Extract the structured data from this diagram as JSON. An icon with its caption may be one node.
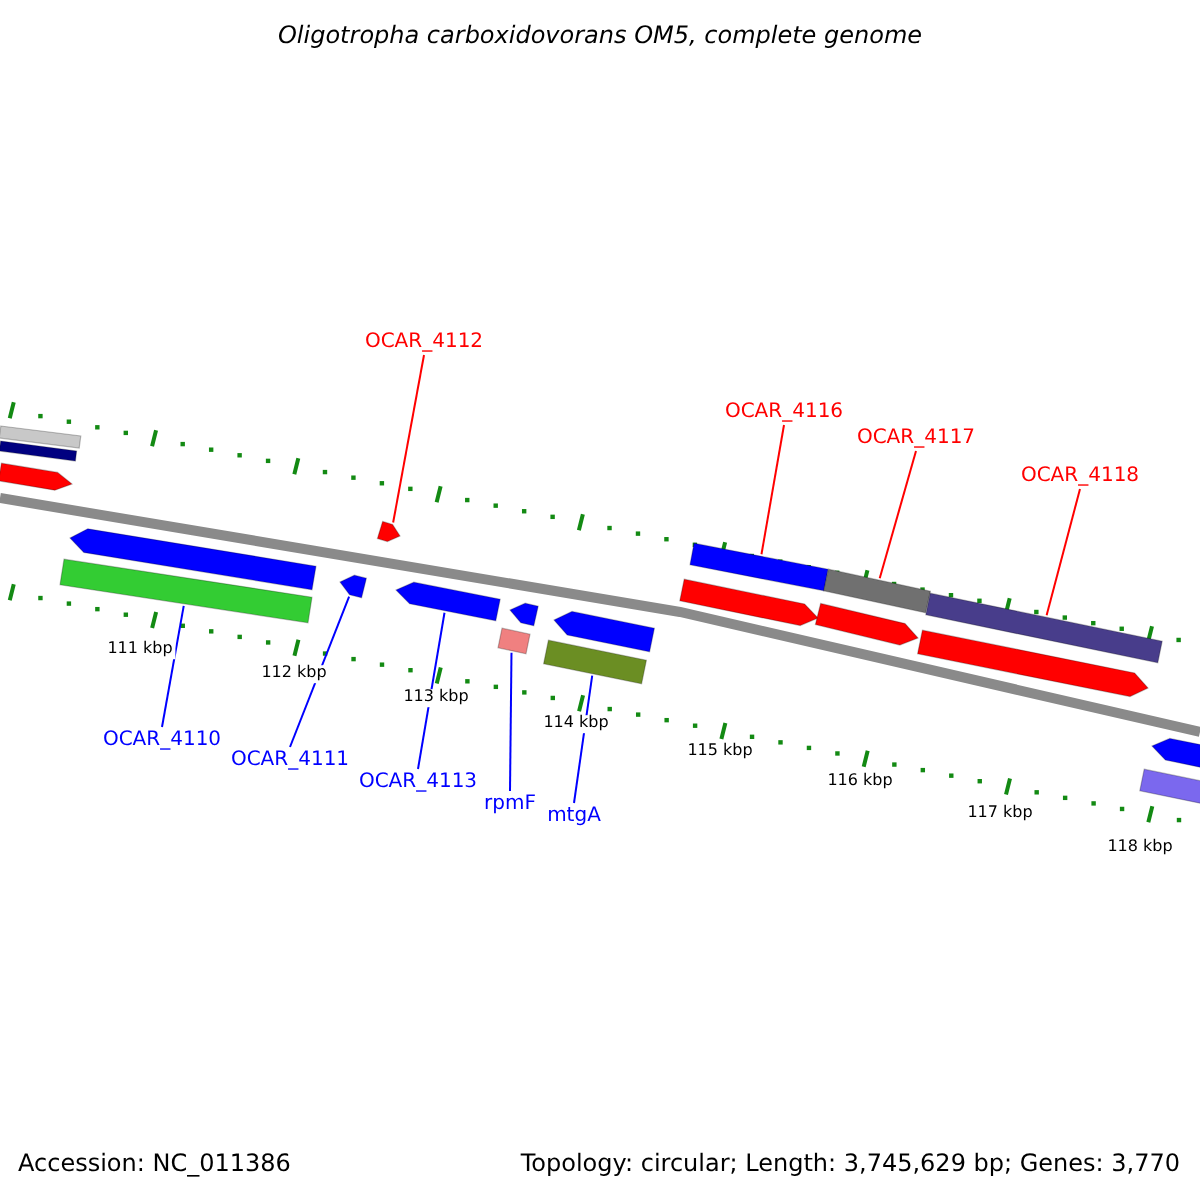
{
  "diagram": {
    "title": "Oligotropha carboxidovorans OM5, complete genome",
    "nodes": [
      {
        "text": [
          "OCAR_4112"
        ]
      },
      {
        "text": [
          "OCAR_4116"
        ]
      },
      {
        "text": [
          "OCAR_4117"
        ]
      },
      {
        "text": [
          "OCAR_4118"
        ]
      },
      {
        "text": [
          "OCAR_4110"
        ]
      },
      {
        "text": [
          "OCAR_4111"
        ]
      },
      {
        "text": [
          "OCAR_4113"
        ]
      },
      {
        "text": [
          "rpmF"
        ]
      },
      {
        "text": [
          "mtgA"
        ]
      },
      {
        "text": [],
        "shape": "bar"
      },
      {
        "text": [],
        "shape": "bar"
      },
      {
        "text": [],
        "shape": "arrow"
      },
      {
        "text": [],
        "shape": "bar"
      },
      {
        "text": [],
        "shape": "arrow"
      },
      {
        "text": [],
        "shape": "arrow"
      },
      {
        "text": [],
        "shape": "arrow"
      },
      {
        "text": [],
        "shape": "arrow"
      },
      {
        "text": [],
        "shape": "bar"
      },
      {
        "text": [],
        "shape": "arrow"
      },
      {
        "text": [],
        "shape": "bar"
      },
      {
        "text": [],
        "shape": "arrow"
      },
      {
        "text": [],
        "shape": "arrow"
      },
      {
        "text": [],
        "shape": "bar"
      },
      {
        "text": [],
        "shape": "arrow"
      },
      {
        "text": [],
        "shape": "bar"
      },
      {
        "text": [],
        "shape": "arrow"
      },
      {
        "text": [],
        "shape": "bar"
      },
      {
        "text": [],
        "shape": "bar"
      },
      {
        "text": [],
        "shape": "arrow"
      }
    ],
    "edges": [
      {
        "from": 0,
        "to": 15,
        "arrow": "none",
        "color": "#ff0000"
      },
      {
        "from": 1,
        "to": 22,
        "arrow": "none",
        "color": "#ff0000"
      },
      {
        "from": 2,
        "to": 24,
        "arrow": "none",
        "color": "#ff0000"
      },
      {
        "from": 3,
        "to": 26,
        "arrow": "none",
        "color": "#ff0000"
      },
      {
        "from": 4,
        "to": 12,
        "arrow": "none"
      },
      {
        "from": 5,
        "to": 14,
        "arrow": "none"
      },
      {
        "from": 6,
        "to": 16,
        "arrow": "none"
      },
      {
        "from": 7,
        "to": 17,
        "arrow": "none"
      },
      {
        "from": 8,
        "to": 19,
        "arrow": "none"
      }
    ],
    "labels": [
      "111 kbp",
      "112 kbp",
      "113 kbp",
      "114 kbp",
      "115 kbp",
      "116 kbp",
      "117 kbp",
      "118 kbp",
      "Accession: NC_011386",
      "Topology: circular; Length: 3,745,629 bp; Genes: 3,770"
    ]
  }
}
